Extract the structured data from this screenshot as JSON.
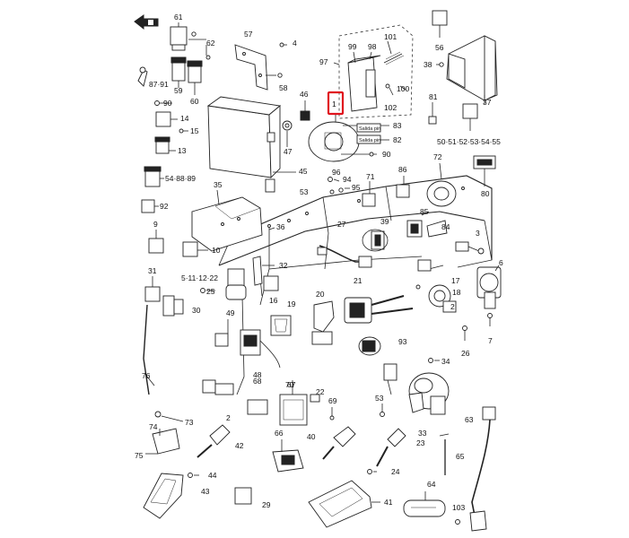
{
  "labels": [
    {
      "id": "61",
      "text": "61"
    },
    {
      "id": "62",
      "text": "62"
    },
    {
      "id": "57",
      "text": "57"
    },
    {
      "id": "4",
      "text": "4"
    },
    {
      "id": "8791",
      "text": "87·91"
    },
    {
      "id": "59",
      "text": "59"
    },
    {
      "id": "60",
      "text": "60"
    },
    {
      "id": "58",
      "text": "58"
    },
    {
      "id": "90a",
      "text": "90"
    },
    {
      "id": "14",
      "text": "14"
    },
    {
      "id": "15",
      "text": "15"
    },
    {
      "id": "13",
      "text": "13"
    },
    {
      "id": "548889",
      "text": "54·88·89"
    },
    {
      "id": "92",
      "text": "92"
    },
    {
      "id": "9",
      "text": "9"
    },
    {
      "id": "10",
      "text": "10"
    },
    {
      "id": "46",
      "text": "46"
    },
    {
      "id": "47",
      "text": "47"
    },
    {
      "id": "45",
      "text": "45"
    },
    {
      "id": "97",
      "text": "97"
    },
    {
      "id": "99",
      "text": "99"
    },
    {
      "id": "98",
      "text": "98"
    },
    {
      "id": "101",
      "text": "101"
    },
    {
      "id": "100",
      "text": "100"
    },
    {
      "id": "102",
      "text": "102"
    },
    {
      "id": "1",
      "text": "1"
    },
    {
      "id": "83",
      "text": "83"
    },
    {
      "id": "82",
      "text": "82"
    },
    {
      "id": "90b",
      "text": "90"
    },
    {
      "id": "56",
      "text": "56"
    },
    {
      "id": "38",
      "text": "38"
    },
    {
      "id": "81",
      "text": "81"
    },
    {
      "id": "37",
      "text": "37"
    },
    {
      "id": "5051",
      "text": "50·51·52·53·54·55"
    },
    {
      "id": "80",
      "text": "80"
    },
    {
      "id": "96",
      "text": "96"
    },
    {
      "id": "94",
      "text": "94"
    },
    {
      "id": "95",
      "text": "95"
    },
    {
      "id": "53a",
      "text": "53"
    },
    {
      "id": "35",
      "text": "35"
    },
    {
      "id": "71",
      "text": "71"
    },
    {
      "id": "86",
      "text": "86"
    },
    {
      "id": "72",
      "text": "72"
    },
    {
      "id": "36",
      "text": "36"
    },
    {
      "id": "27",
      "text": "27"
    },
    {
      "id": "39",
      "text": "39"
    },
    {
      "id": "85",
      "text": "85"
    },
    {
      "id": "84",
      "text": "84"
    },
    {
      "id": "3",
      "text": "3"
    },
    {
      "id": "6",
      "text": "6"
    },
    {
      "id": "32",
      "text": "32"
    },
    {
      "id": "31",
      "text": "31"
    },
    {
      "id": "5112",
      "text": "5·11·12·22"
    },
    {
      "id": "25",
      "text": "25"
    },
    {
      "id": "16",
      "text": "16"
    },
    {
      "id": "30",
      "text": "30"
    },
    {
      "id": "20",
      "text": "20"
    },
    {
      "id": "19",
      "text": "19"
    },
    {
      "id": "21",
      "text": "21"
    },
    {
      "id": "17",
      "text": "17"
    },
    {
      "id": "18",
      "text": "18"
    },
    {
      "id": "49",
      "text": "49"
    },
    {
      "id": "2",
      "text": "2"
    },
    {
      "id": "26",
      "text": "26"
    },
    {
      "id": "7",
      "text": "7"
    },
    {
      "id": "93",
      "text": "93"
    },
    {
      "id": "48",
      "text": "48"
    },
    {
      "id": "34",
      "text": "34"
    },
    {
      "id": "76",
      "text": "76"
    },
    {
      "id": "68",
      "text": "68"
    },
    {
      "id": "70",
      "text": "70"
    },
    {
      "id": "67",
      "text": "67"
    },
    {
      "id": "22",
      "text": "22"
    },
    {
      "id": "69",
      "text": "69"
    },
    {
      "id": "53b",
      "text": "53"
    },
    {
      "id": "74",
      "text": "74"
    },
    {
      "id": "73",
      "text": "73"
    },
    {
      "id": "2b",
      "text": "2"
    },
    {
      "id": "33",
      "text": "33"
    },
    {
      "id": "63",
      "text": "63"
    },
    {
      "id": "42",
      "text": "42"
    },
    {
      "id": "66",
      "text": "66"
    },
    {
      "id": "40",
      "text": "40"
    },
    {
      "id": "23",
      "text": "23"
    },
    {
      "id": "75",
      "text": "75"
    },
    {
      "id": "44",
      "text": "44"
    },
    {
      "id": "65",
      "text": "65"
    },
    {
      "id": "24",
      "text": "24"
    },
    {
      "id": "43",
      "text": "43"
    },
    {
      "id": "64",
      "text": "64"
    },
    {
      "id": "29",
      "text": "29"
    },
    {
      "id": "41",
      "text": "41"
    },
    {
      "id": "103",
      "text": "103"
    }
  ],
  "tag_lower": "Salida pin",
  "tag_upper": "Salida pin",
  "highlight_color": "#e0141e",
  "icons": {
    "arrow": "back-arrow-icon"
  }
}
